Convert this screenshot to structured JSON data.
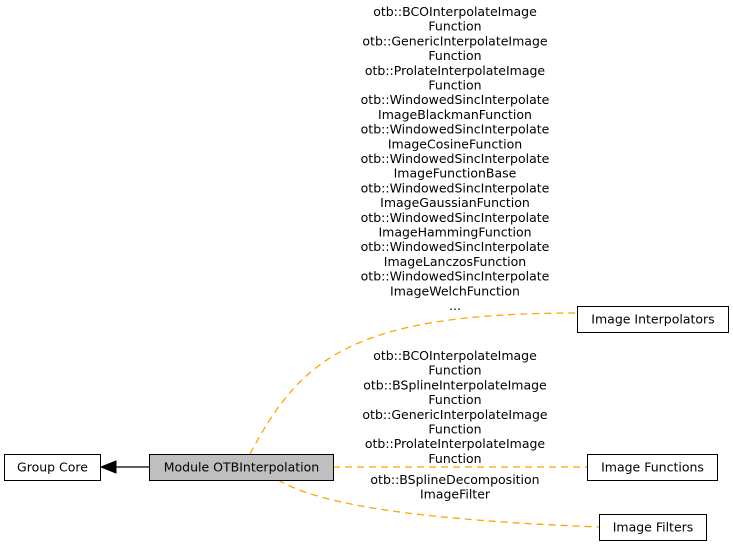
{
  "nodes": {
    "group_core": {
      "label": "Group Core",
      "fill": "#ffffff"
    },
    "module": {
      "label": "Module OTBInterpolation",
      "fill": "#bfbfbf"
    },
    "image_interpolators": {
      "label": "Image Interpolators",
      "fill": "#ffffff"
    },
    "image_functions": {
      "label": "Image Functions",
      "fill": "#ffffff"
    },
    "image_filters": {
      "label": "Image Filters",
      "fill": "#ffffff"
    }
  },
  "edges": {
    "colors": {
      "dependency": "#000000",
      "membership": "#ffa500"
    },
    "interpolators_label": [
      "otb::BCOInterpolateImage",
      "Function",
      "otb::GenericInterpolateImage",
      "Function",
      "otb::ProlateInterpolateImage",
      "Function",
      "otb::WindowedSincInterpolate",
      "ImageBlackmanFunction",
      "otb::WindowedSincInterpolate",
      "ImageCosineFunction",
      "otb::WindowedSincInterpolate",
      "ImageFunctionBase",
      "otb::WindowedSincInterpolate",
      "ImageGaussianFunction",
      "otb::WindowedSincInterpolate",
      "ImageHammingFunction",
      "otb::WindowedSincInterpolate",
      "ImageLanczosFunction",
      "otb::WindowedSincInterpolate",
      "ImageWelchFunction",
      "..."
    ],
    "functions_label": [
      "otb::BCOInterpolateImage",
      "Function",
      "otb::BSplineInterpolateImage",
      "Function",
      "otb::GenericInterpolateImage",
      "Function",
      "otb::ProlateInterpolateImage",
      "Function"
    ],
    "filters_label": [
      "otb::BSplineDecomposition",
      "ImageFilter"
    ]
  }
}
